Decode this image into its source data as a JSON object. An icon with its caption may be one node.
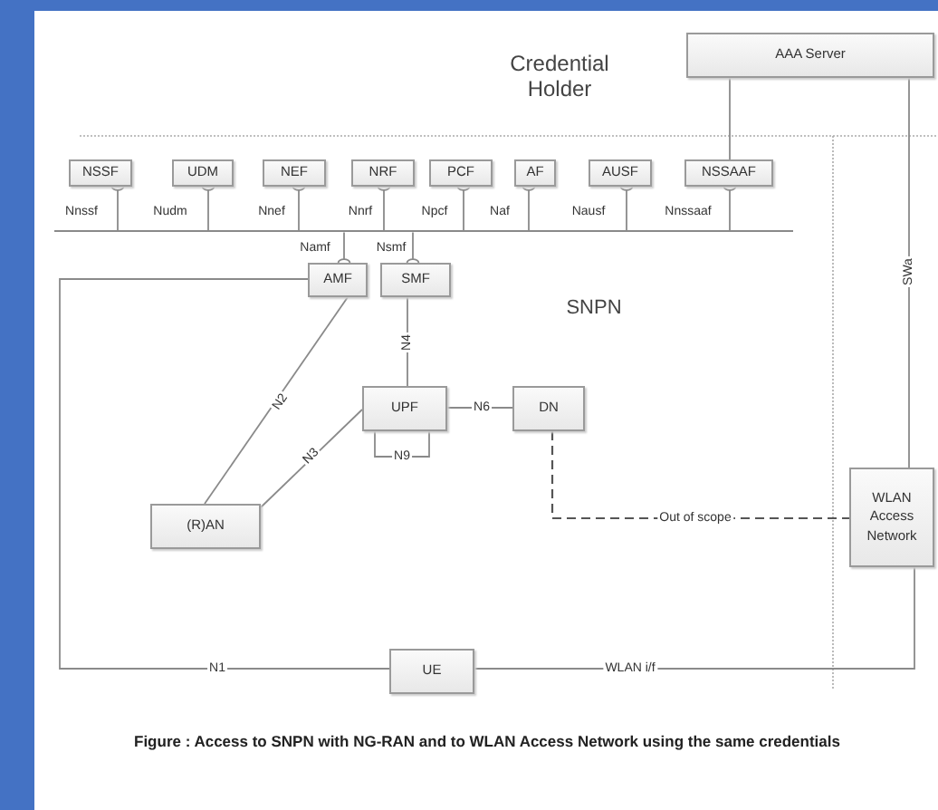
{
  "diagram": {
    "caption": "Figure : Access to SNPN with NG-RAN and to WLAN Access Network using the same credentials",
    "nodes": [
      {
        "text": [
          "AAA Server"
        ]
      },
      {
        "text": [
          "NSSF"
        ]
      },
      {
        "text": [
          "UDM"
        ]
      },
      {
        "text": [
          "NEF"
        ]
      },
      {
        "text": [
          "NRF"
        ]
      },
      {
        "text": [
          "PCF"
        ]
      },
      {
        "text": [
          "AF"
        ]
      },
      {
        "text": [
          "AUSF"
        ]
      },
      {
        "text": [
          "NSSAAF"
        ]
      },
      {
        "text": [],
        "shape": "bar"
      },
      {
        "text": [
          "AMF"
        ]
      },
      {
        "text": [
          "SMF"
        ]
      },
      {
        "text": [
          "UPF"
        ]
      },
      {
        "text": [
          "DN"
        ]
      },
      {
        "text": [
          "(R)AN"
        ]
      },
      {
        "text": [
          "WLAN Access Network"
        ]
      },
      {
        "text": [
          "UE"
        ]
      }
    ],
    "edges": [
      {
        "from": 1,
        "to": 9,
        "arrow": "other",
        "label": "Nnssf"
      },
      {
        "from": 2,
        "to": 9,
        "arrow": "other",
        "label": "Nudm"
      },
      {
        "from": 3,
        "to": 9,
        "arrow": "other",
        "label": "Nnef"
      },
      {
        "from": 4,
        "to": 9,
        "arrow": "other",
        "label": "Nnrf"
      },
      {
        "from": 5,
        "to": 9,
        "arrow": "other",
        "label": "Npcf"
      },
      {
        "from": 6,
        "to": 9,
        "arrow": "other",
        "label": "Naf"
      },
      {
        "from": 7,
        "to": 9,
        "arrow": "other",
        "label": "Nausf"
      },
      {
        "from": 8,
        "to": 9,
        "arrow": "other",
        "label": "Nnssaaf"
      },
      {
        "from": 10,
        "to": 9,
        "arrow": "other",
        "label": "Namf"
      },
      {
        "from": 11,
        "to": 9,
        "arrow": "other",
        "label": "Nsmf"
      },
      {
        "from": 0,
        "to": 8,
        "arrow": "none"
      },
      {
        "from": 0,
        "to": 15,
        "arrow": "none",
        "label": "SWa"
      },
      {
        "from": 11,
        "to": 12,
        "arrow": "none",
        "label": "N4"
      },
      {
        "from": 10,
        "to": 14,
        "arrow": "none",
        "label": "N2"
      },
      {
        "from": 12,
        "to": 14,
        "arrow": "none",
        "label": "N3"
      },
      {
        "from": 12,
        "to": 13,
        "arrow": "none",
        "label": "N6"
      },
      {
        "from": 12,
        "to": 12,
        "arrow": "none",
        "label": "N9"
      },
      {
        "from": 13,
        "to": 15,
        "arrow": "none",
        "label": "Out of scope",
        "style": "dashed",
        "color": "#555555"
      },
      {
        "from": 10,
        "to": 16,
        "arrow": "none",
        "label": "N1"
      },
      {
        "from": 16,
        "to": 15,
        "arrow": "none",
        "label": "WLAN i/f"
      }
    ],
    "labels": [
      "Credential Holder",
      "SNPN"
    ]
  }
}
